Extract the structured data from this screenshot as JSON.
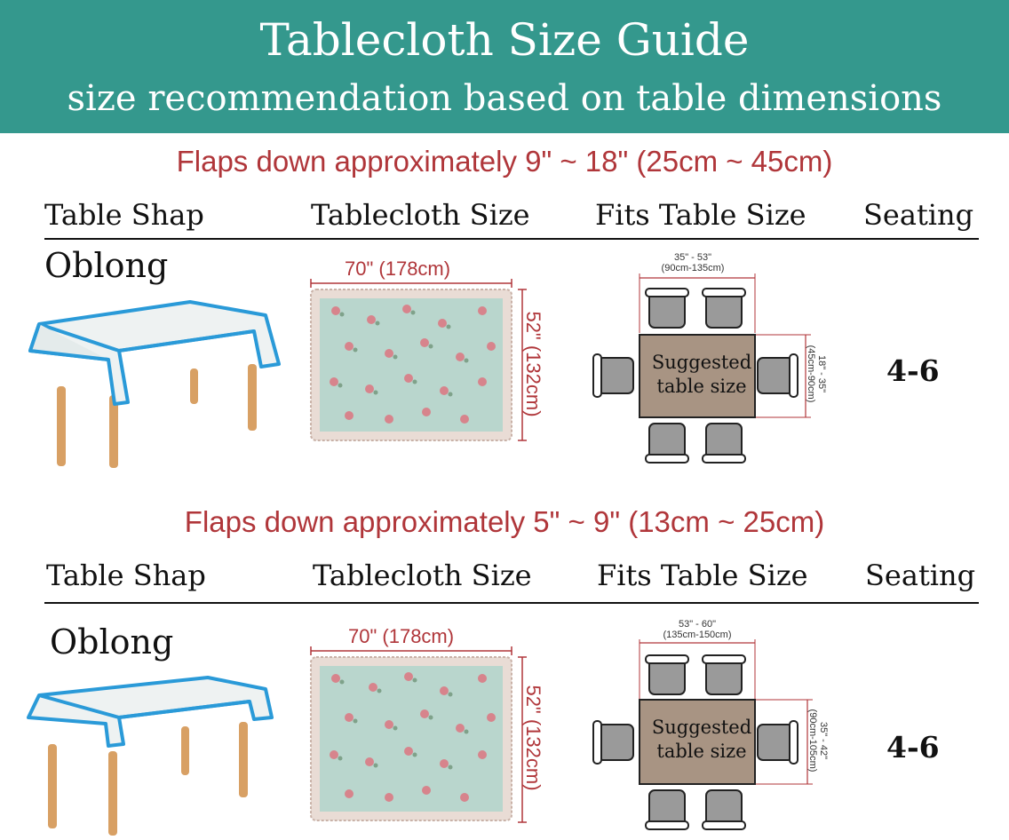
{
  "header": {
    "title": "Tablecloth Size Guide",
    "subtitle": "size recommendation based on table dimensions"
  },
  "colors": {
    "banner": "#34988d",
    "flap_text": "#b0363a",
    "suggested_table": "#a89483",
    "tablecloth_bg": "#b9d6cd",
    "rose": "#d7848c",
    "table_cloth_edge": "#2a9ad8",
    "table_leg": "#d8a064"
  },
  "columns": [
    "Table Shap",
    "Tablecloth Size",
    "Fits Table Size",
    "Seating"
  ],
  "sections": [
    {
      "flap": "Flaps down approximately 9\" ~ 18\" (25cm ~ 45cm)",
      "shape": "Oblong",
      "cloth_width": "70\" (178cm)",
      "cloth_length": "52\" (132cm)",
      "fit_width": "35\" - 53\"",
      "fit_width_cm": "(90cm-135cm)",
      "fit_length": "18\" - 35\"",
      "fit_length_cm": "(45cm-90cm)",
      "suggested_line1": "Suggested",
      "suggested_line2": "table size",
      "seating": "4-6"
    },
    {
      "flap": "Flaps down approximately 5\" ~ 9\" (13cm ~ 25cm)",
      "shape": "Oblong",
      "cloth_width": "70\" (178cm)",
      "cloth_length": "52\" (132cm)",
      "fit_width": "53\" - 60\"",
      "fit_width_cm": "(135cm-150cm)",
      "fit_length": "35\" - 42\"",
      "fit_length_cm": "(90cm-105cm)",
      "suggested_line1": "Suggested",
      "suggested_line2": "table size",
      "seating": "4-6"
    }
  ],
  "icons": {
    "table": "table-with-cloth-icon",
    "chair": "chair-icon",
    "tablecloth": "floral-tablecloth-icon"
  }
}
